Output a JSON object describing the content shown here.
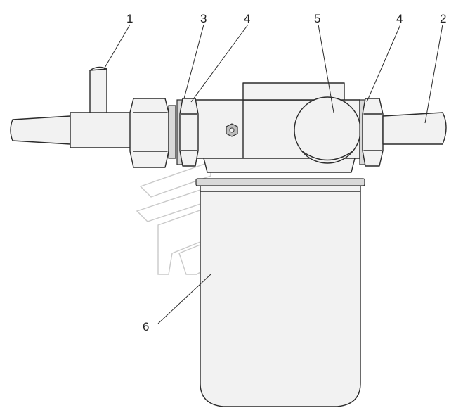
{
  "labels": {
    "item_1": "1",
    "item_2": "2",
    "item_3": "3",
    "item_4_left": "4",
    "item_4_right": "4",
    "item_5": "5",
    "item_6": "6"
  },
  "colors": {
    "line": "#2b2b2b",
    "fill": "#f2f2f2",
    "shade": "#d9d9d9",
    "watermark": "#c9c9c9"
  }
}
